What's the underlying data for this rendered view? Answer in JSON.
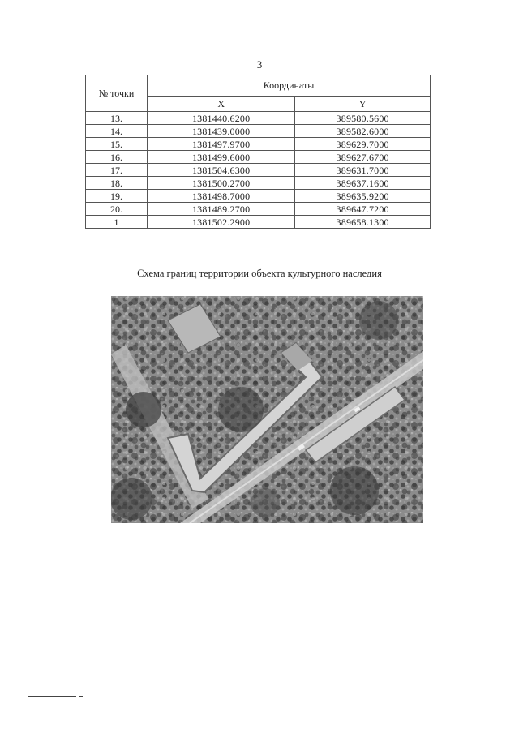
{
  "page": {
    "number": "3"
  },
  "table": {
    "header_num": "№ точки",
    "header_group": "Координаты",
    "header_x": "X",
    "header_y": "Y",
    "rows": [
      {
        "num": "13.",
        "x": "1381440.6200",
        "y": "389580.5600"
      },
      {
        "num": "14.",
        "x": "1381439.0000",
        "y": "389582.6000"
      },
      {
        "num": "15.",
        "x": "1381497.9700",
        "y": "389629.7000"
      },
      {
        "num": "16.",
        "x": "1381499.6000",
        "y": "389627.6700"
      },
      {
        "num": "17.",
        "x": "1381504.6300",
        "y": "389631.7000"
      },
      {
        "num": "18.",
        "x": "1381500.2700",
        "y": "389637.1600"
      },
      {
        "num": "19.",
        "x": "1381498.7000",
        "y": "389635.9200"
      },
      {
        "num": "20.",
        "x": "1381489.2700",
        "y": "389647.7200"
      },
      {
        "num": "1",
        "x": "1381502.2900",
        "y": "389658.1300"
      }
    ]
  },
  "scheme": {
    "caption": "Схема границ территории объекта культурного наследия"
  }
}
